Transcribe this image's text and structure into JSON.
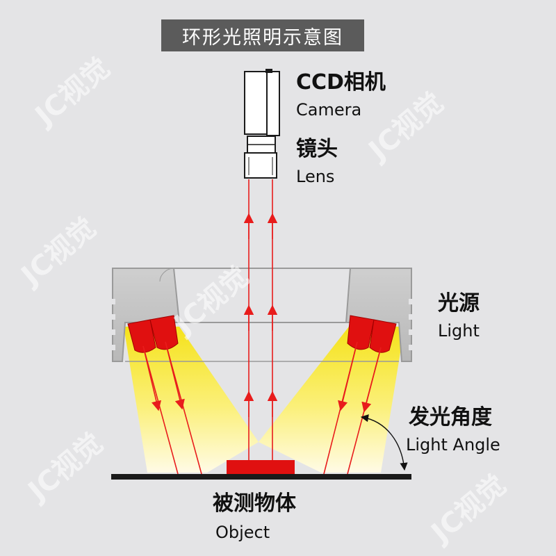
{
  "title": "环形光照明示意图",
  "watermark": "JC视觉",
  "labels": {
    "camera_zh": "CCD相机",
    "camera_en": "Camera",
    "lens_zh": "镜头",
    "lens_en": "Lens",
    "light_zh": "光源",
    "light_en": "Light",
    "angle_zh": "发光角度",
    "angle_en": "Light Angle",
    "object_zh": "被测物体",
    "object_en": "Object"
  },
  "colors": {
    "background": "#e4e4e6",
    "banner": "#5b5b5b",
    "ring_body": "#c2c2c2",
    "led": "#e01010",
    "ray": "#e81c1c",
    "light_beam": "#f7e820",
    "object": "#e01010",
    "surface": "#1a1a1a"
  }
}
